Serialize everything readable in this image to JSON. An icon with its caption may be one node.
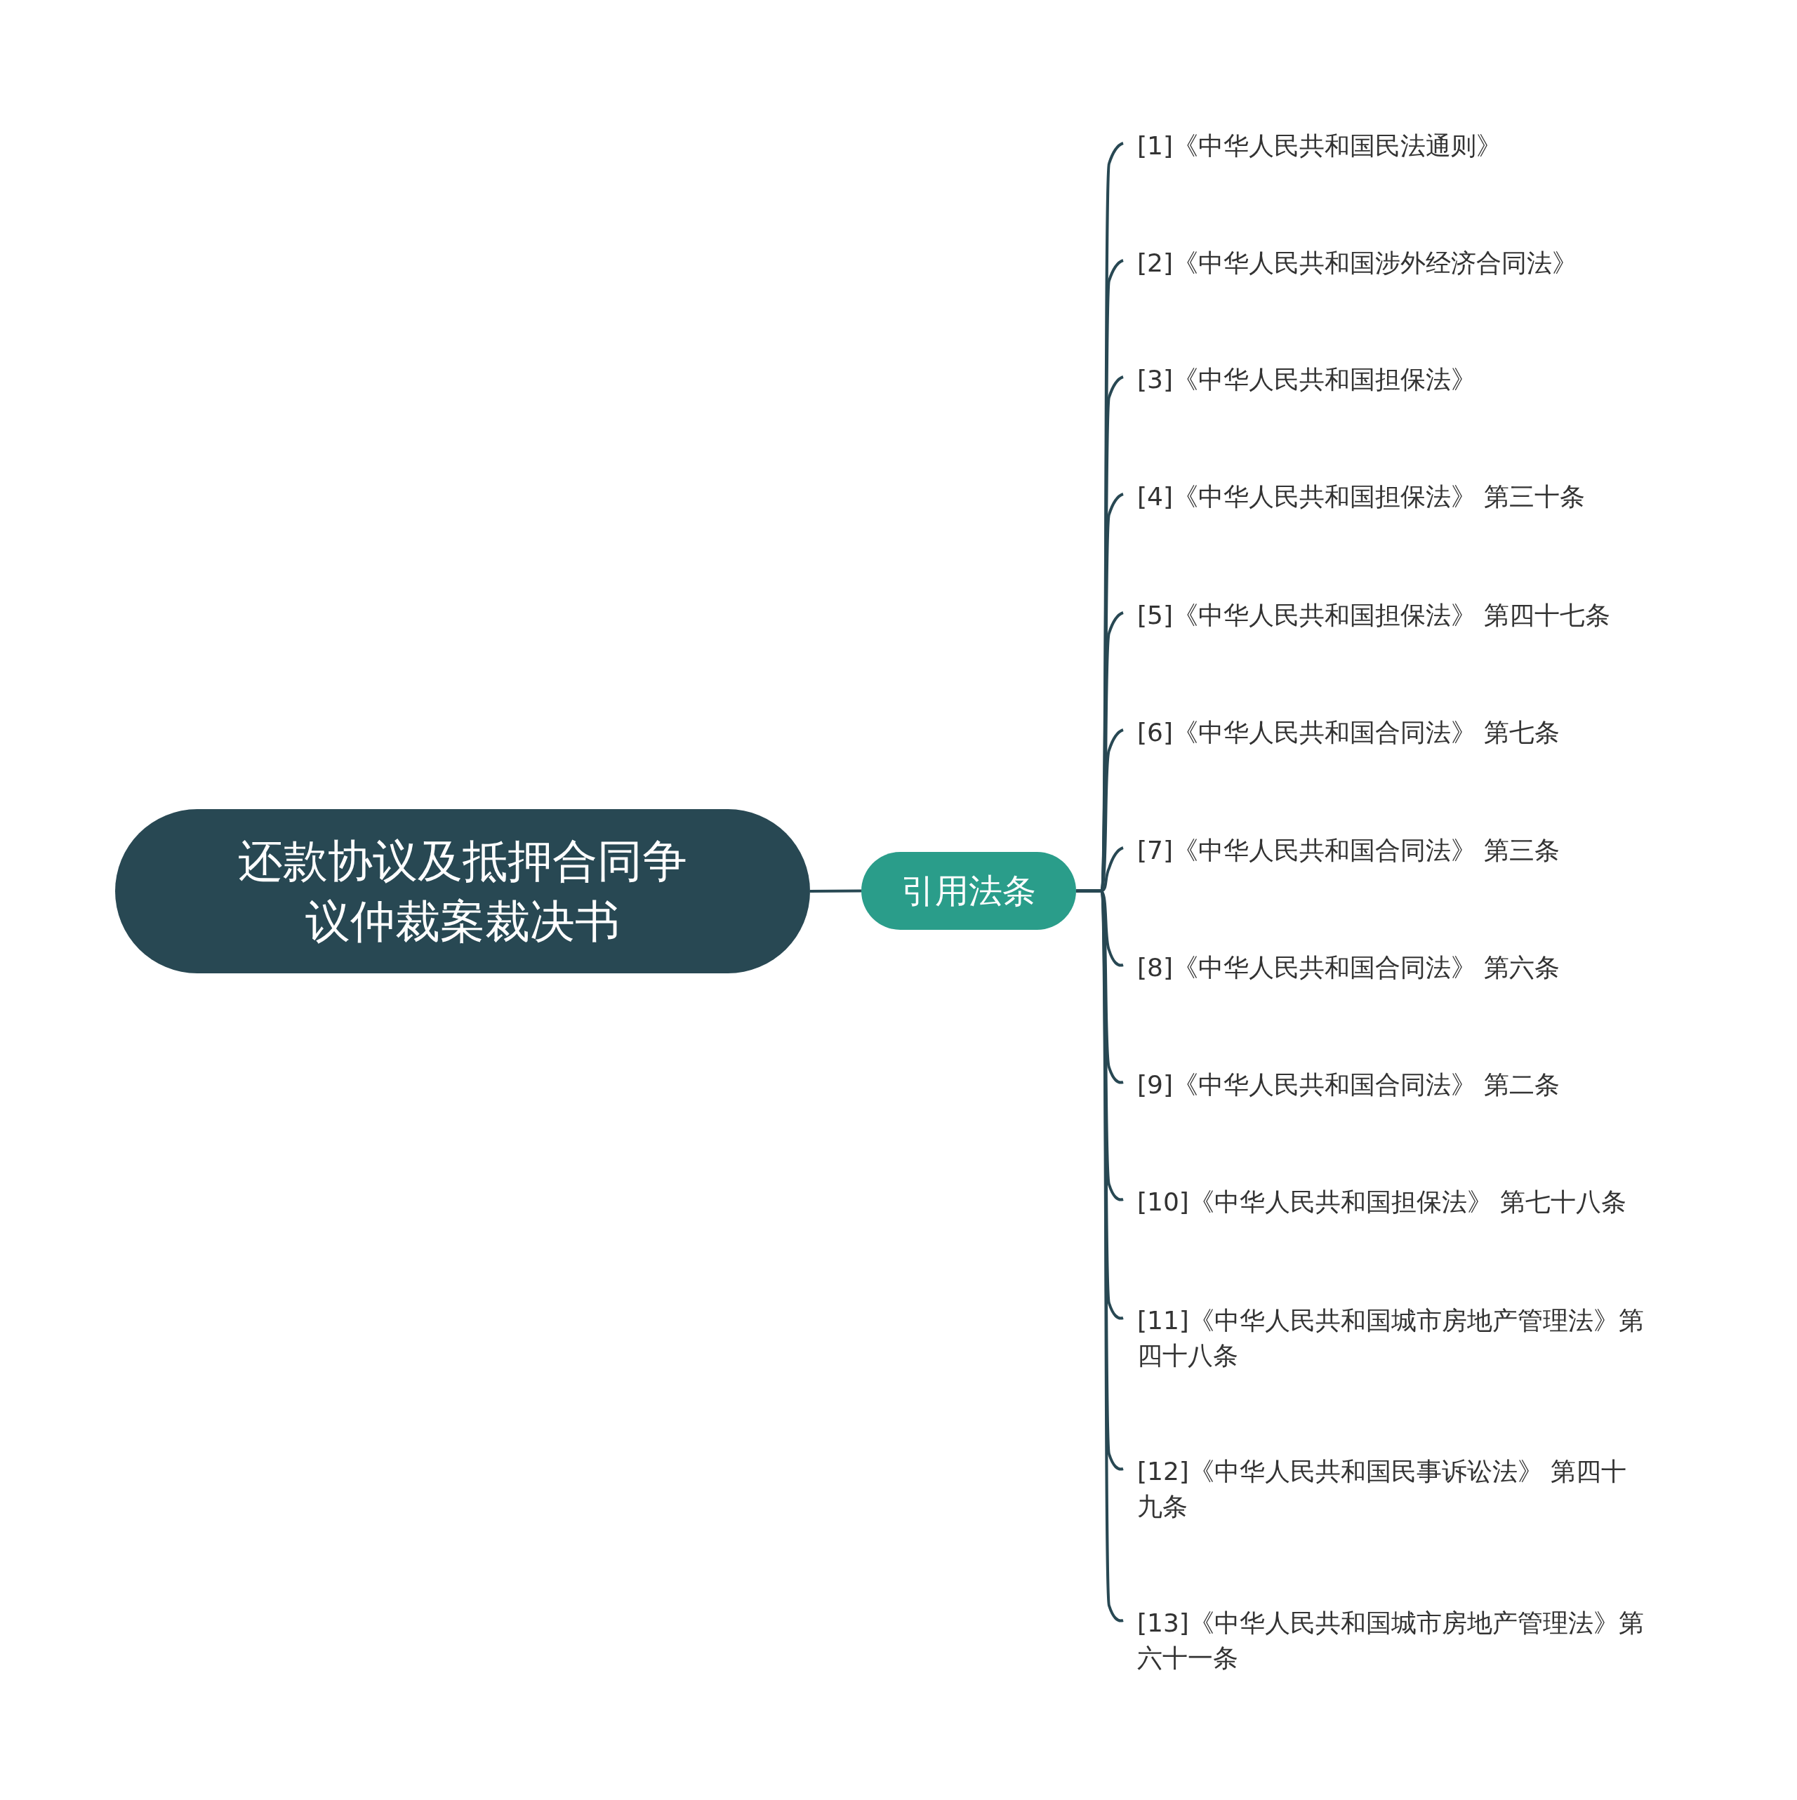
{
  "diagram": {
    "nodes": [
      {
        "text": [
          "还款协议及抵押合同争议仲裁案裁决书"
        ]
      },
      {
        "text": [
          "引用法条"
        ]
      },
      {
        "text": [
          "[1]《中华人民共和国民法通则》"
        ]
      },
      {
        "text": [
          "[2]《中华人民共和国涉外经济合同法》"
        ]
      },
      {
        "text": [
          "[3]《中华人民共和国担保法》"
        ]
      },
      {
        "text": [
          "[4]《中华人民共和国担保法》 第三十条"
        ]
      },
      {
        "text": [
          "[5]《中华人民共和国担保法》 第四十七条"
        ]
      },
      {
        "text": [
          "[6]《中华人民共和国合同法》 第七条"
        ]
      },
      {
        "text": [
          "[7]《中华人民共和国合同法》 第三条"
        ]
      },
      {
        "text": [
          "[8]《中华人民共和国合同法》 第六条"
        ]
      },
      {
        "text": [
          "[9]《中华人民共和国合同法》 第二条"
        ]
      },
      {
        "text": [
          "[10]《中华人民共和国担保法》 第七十八条"
        ]
      },
      {
        "text": [
          "[11]《中华人民共和国城市房地产管理法》第四十八条"
        ]
      },
      {
        "text": [
          "[12]《中华人民共和国民事诉讼法》 第四十九条"
        ]
      },
      {
        "text": [
          "[13]《中华人民共和国城市房地产管理法》第六十一条"
        ]
      }
    ],
    "edges": [
      {
        "from": 0,
        "to": 1,
        "arrow": "none"
      },
      {
        "from": 1,
        "to": 2,
        "arrow": "none"
      },
      {
        "from": 1,
        "to": 3,
        "arrow": "none"
      },
      {
        "from": 1,
        "to": 4,
        "arrow": "none"
      },
      {
        "from": 1,
        "to": 5,
        "arrow": "none"
      },
      {
        "from": 1,
        "to": 6,
        "arrow": "none"
      },
      {
        "from": 1,
        "to": 7,
        "arrow": "none"
      },
      {
        "from": 1,
        "to": 8,
        "arrow": "none"
      },
      {
        "from": 1,
        "to": 9,
        "arrow": "none"
      },
      {
        "from": 1,
        "to": 10,
        "arrow": "none"
      },
      {
        "from": 1,
        "to": 11,
        "arrow": "none"
      },
      {
        "from": 1,
        "to": 12,
        "arrow": "none"
      },
      {
        "from": 1,
        "to": 13,
        "arrow": "none"
      },
      {
        "from": 1,
        "to": 14,
        "arrow": "none"
      }
    ]
  }
}
